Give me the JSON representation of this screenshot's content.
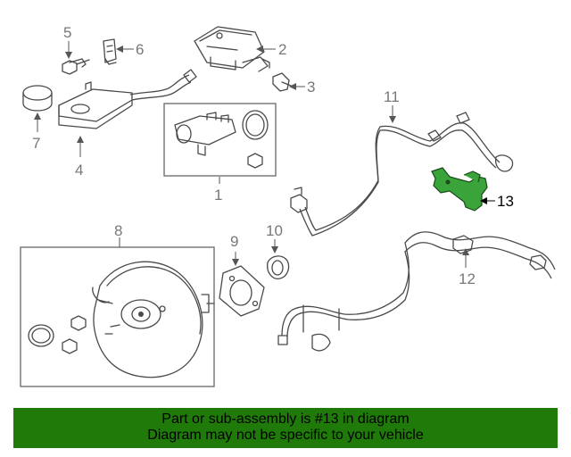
{
  "callouts": {
    "c1": "1",
    "c2": "2",
    "c3": "3",
    "c4": "4",
    "c5": "5",
    "c6": "6",
    "c7": "7",
    "c8": "8",
    "c9": "9",
    "c10": "10",
    "c11": "11",
    "c12": "12",
    "c13": "13"
  },
  "colors": {
    "highlight": "#3aa33a",
    "banner": "#1f7a0a"
  },
  "banner": {
    "line1": "Part or sub-assembly is #13 in diagram",
    "line2": "Diagram may not be specific to your vehicle"
  }
}
